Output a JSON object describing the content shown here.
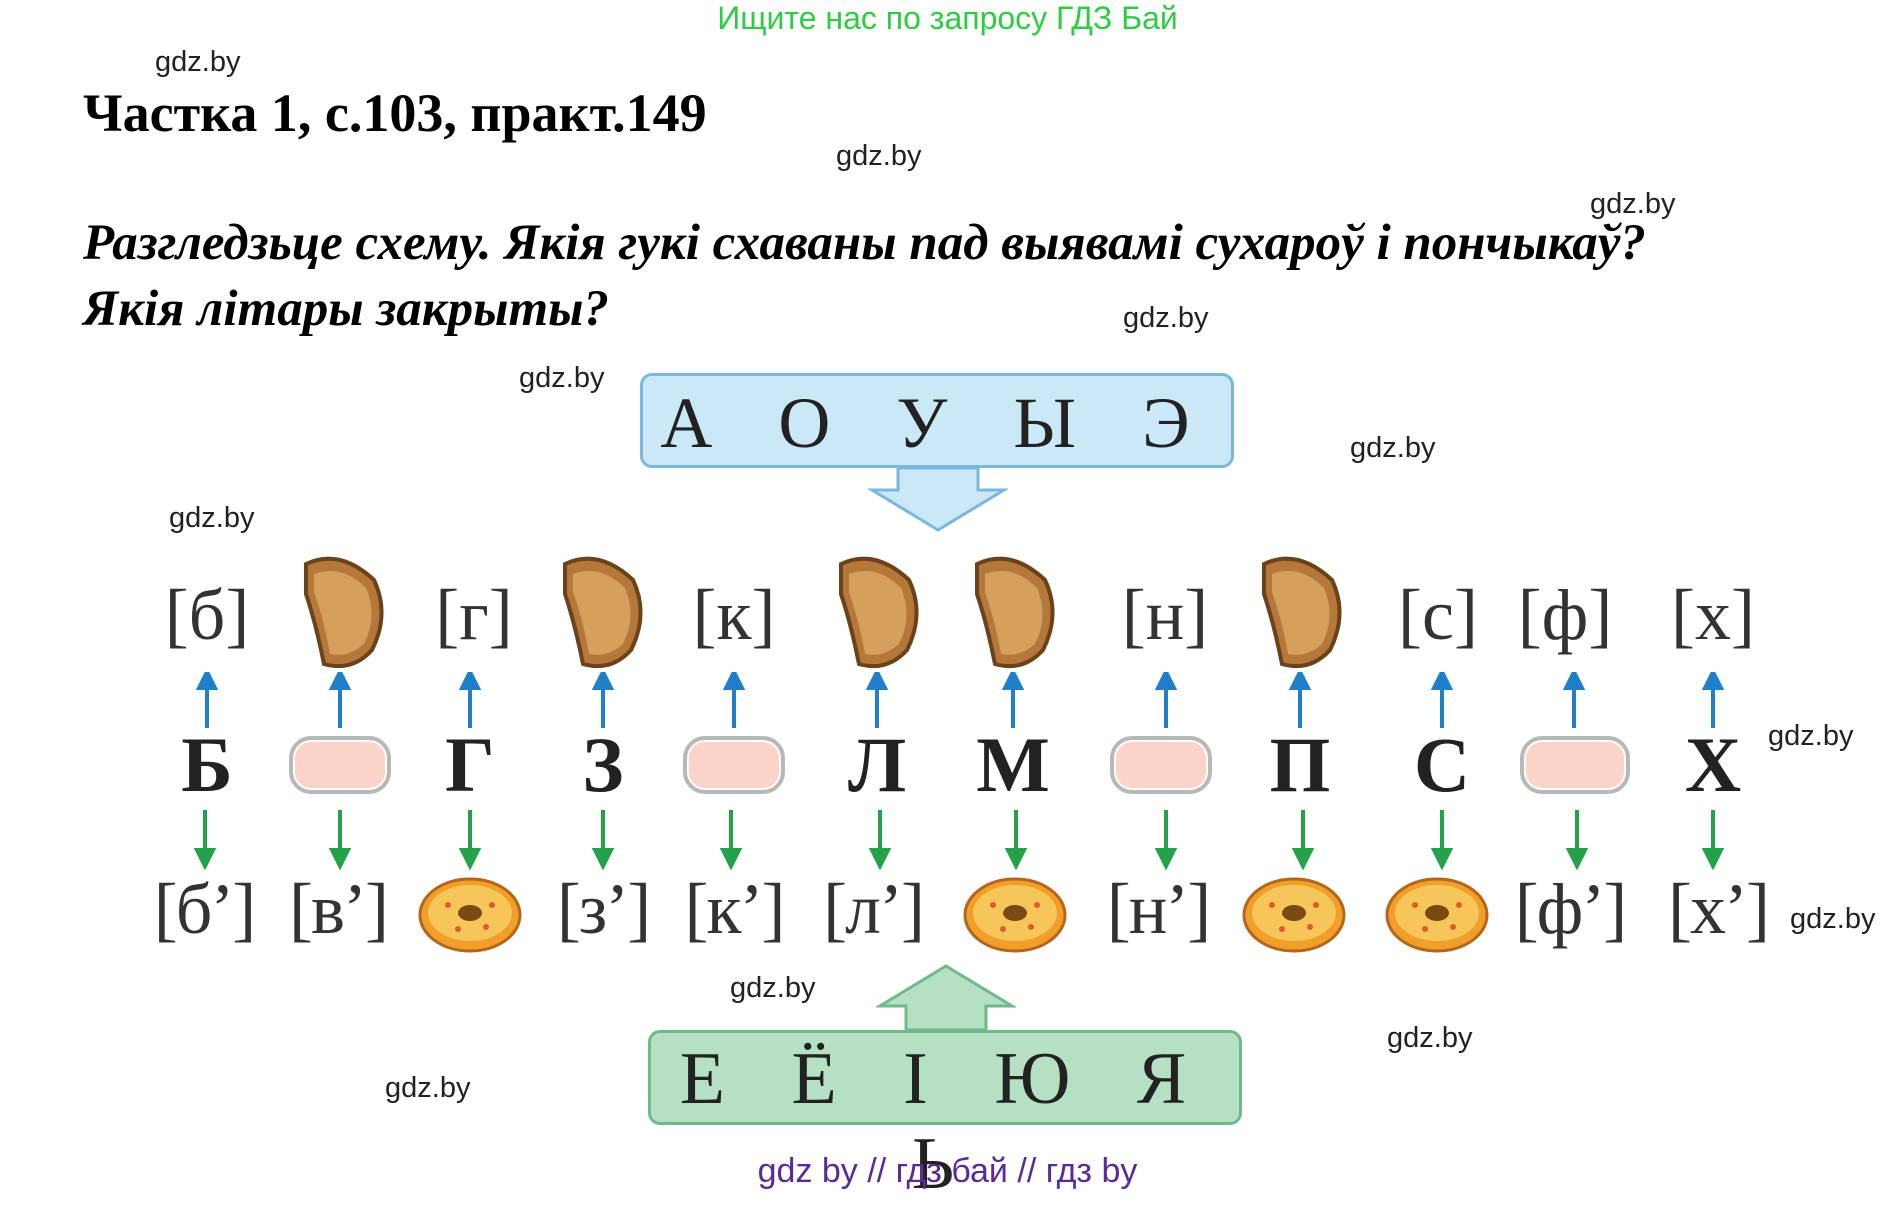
{
  "banner": "Ищите нас по запросу ГДЗ Бай",
  "heading": "Частка 1, с.103, практ.149",
  "task_line1": "Разгледзьце схему. Якія гукі схаваны пад выявамі сухароў і пончыкаў?",
  "task_line2": "Якія літары закрыты?",
  "watermark": "gdz.by",
  "vowels_hard": "А О У Ы Э",
  "vowels_soft": "Е Ё І Ю Я Ь",
  "hard_sounds": [
    "[б]",
    "",
    "[г]",
    "",
    "[к]",
    "",
    "",
    "[н]",
    "",
    "[с]",
    "[ф]",
    "[х]"
  ],
  "letters": [
    "Б",
    "",
    "Г",
    "З",
    "",
    "Л",
    "М",
    "",
    "П",
    "С",
    "",
    "Х"
  ],
  "soft_sounds": [
    "[б’]",
    "[в’]",
    "",
    "[з’]",
    "[к’]",
    "[л’]",
    "",
    "[н’]",
    "",
    "",
    "[ф’]",
    "[х’]"
  ],
  "footer": "gdz by  //  гдз бай  //  гдз by",
  "colors": {
    "blue_box": "#cbe8f7",
    "green_box": "#b5e0c4",
    "blue_arrow": "#1f7fc9",
    "green_arrow": "#23a24a",
    "pill_fill": "#fcd3c8",
    "banner_green": "#2ecc40",
    "footer_purple": "#5b2a99"
  },
  "icons": [
    "rusk-icon",
    "donut-icon"
  ]
}
